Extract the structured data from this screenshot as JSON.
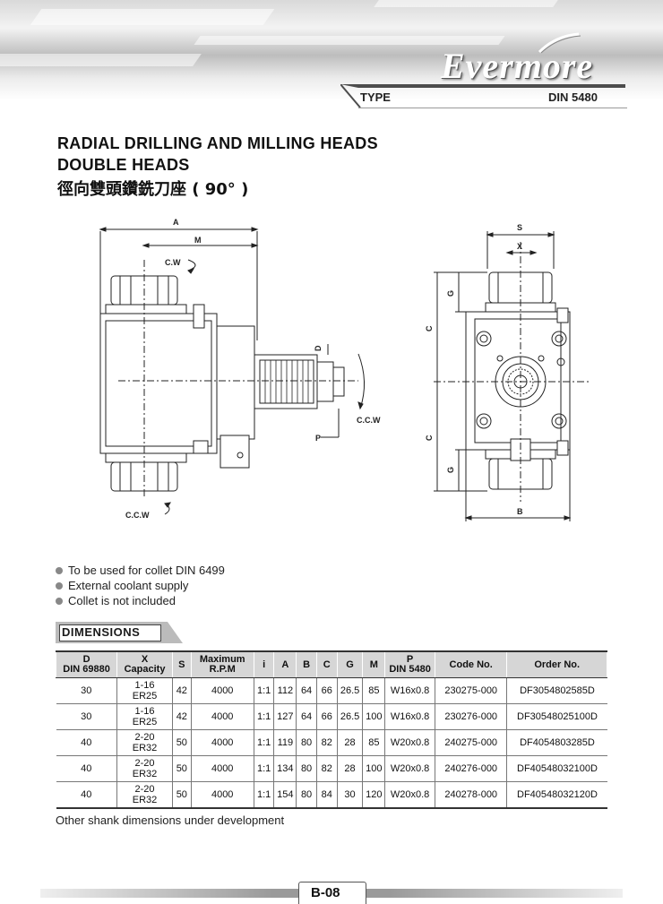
{
  "brand": {
    "logo_text": "Evermore"
  },
  "type_bar": {
    "label": "TYPE",
    "value": "DIN 5480"
  },
  "titles": {
    "line1": "RADIAL DRILLING AND MILLING HEADS",
    "line2": "DOUBLE  HEADS",
    "line3": "徑向雙頭鑽銑刀座 ( 90° )"
  },
  "drawing_labels": {
    "side": {
      "a": "A",
      "m": "M",
      "cw": "C.W",
      "d": "D",
      "p": "P",
      "ccw_right": "C.C.W",
      "ccw_bottom": "C.C.W"
    },
    "front": {
      "s": "S",
      "x": "X",
      "g_top": "G",
      "c_top": "C",
      "c_bottom": "C",
      "g_bottom": "G",
      "b": "B"
    }
  },
  "features": [
    "To be used for collet DIN 6499",
    "External coolant supply",
    "Collet is not included"
  ],
  "dimensions": {
    "heading": "DIMENSIONS",
    "columns": [
      [
        "D",
        "DIN 69880"
      ],
      [
        "X",
        "Capacity"
      ],
      [
        "S"
      ],
      [
        "Maximum",
        "R.P.M"
      ],
      [
        "i"
      ],
      [
        "A"
      ],
      [
        "B"
      ],
      [
        "C"
      ],
      [
        "G"
      ],
      [
        "M"
      ],
      [
        "P",
        "DIN 5480"
      ],
      [
        "Code No."
      ],
      [
        "Order No."
      ]
    ],
    "rows": [
      {
        "d": "30",
        "x1": "1-16",
        "x2": "ER25",
        "s": "42",
        "rpm": "4000",
        "i": "1:1",
        "a": "112",
        "b": "64",
        "c": "66",
        "g": "26.5",
        "m": "85",
        "p": "W16x0.8",
        "code": "230275-000",
        "order": "DF3054802585D"
      },
      {
        "d": "30",
        "x1": "1-16",
        "x2": "ER25",
        "s": "42",
        "rpm": "4000",
        "i": "1:1",
        "a": "127",
        "b": "64",
        "c": "66",
        "g": "26.5",
        "m": "100",
        "p": "W16x0.8",
        "code": "230276-000",
        "order": "DF30548025100D"
      },
      {
        "d": "40",
        "x1": "2-20",
        "x2": "ER32",
        "s": "50",
        "rpm": "4000",
        "i": "1:1",
        "a": "119",
        "b": "80",
        "c": "82",
        "g": "28",
        "m": "85",
        "p": "W20x0.8",
        "code": "240275-000",
        "order": "DF4054803285D"
      },
      {
        "d": "40",
        "x1": "2-20",
        "x2": "ER32",
        "s": "50",
        "rpm": "4000",
        "i": "1:1",
        "a": "134",
        "b": "80",
        "c": "82",
        "g": "28",
        "m": "100",
        "p": "W20x0.8",
        "code": "240276-000",
        "order": "DF40548032100D"
      },
      {
        "d": "40",
        "x1": "2-20",
        "x2": "ER32",
        "s": "50",
        "rpm": "4000",
        "i": "1:1",
        "a": "154",
        "b": "80",
        "c": "84",
        "g": "30",
        "m": "120",
        "p": "W20x0.8",
        "code": "240278-000",
        "order": "DF40548032120D"
      }
    ],
    "note": "Other shank dimensions under development"
  },
  "footer": {
    "page": "B-08"
  }
}
